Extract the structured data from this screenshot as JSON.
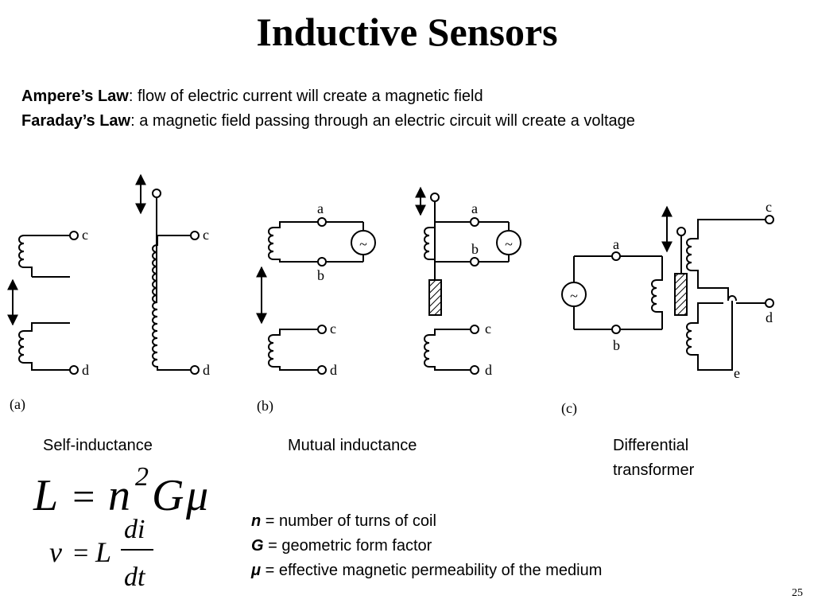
{
  "title": "Inductive Sensors",
  "laws": {
    "ampere_term": "Ampere’s Law",
    "ampere_text": ": flow of electric current will create a magnetic field",
    "faraday_term": "Faraday’s Law",
    "faraday_text": ": a magnetic field passing through an electric circuit will  create a voltage"
  },
  "figures": {
    "a": {
      "panel_label": "(a)",
      "caption": "Self-inductance",
      "terminals": [
        "c",
        "d",
        "c",
        "d"
      ]
    },
    "b": {
      "panel_label": "(b)",
      "caption": "Mutual inductance",
      "terminals": [
        "a",
        "b",
        "c",
        "d",
        "a",
        "b",
        "c",
        "d"
      ]
    },
    "c": {
      "panel_label": "(c)",
      "caption_line1": "Differential",
      "caption_line2": "transformer",
      "terminals": [
        "a",
        "b",
        "c",
        "d",
        "e"
      ]
    },
    "source_symbol": "~"
  },
  "formulas": {
    "inductance": {
      "lhs": "L",
      "eq": "=",
      "n": "n",
      "exp": "2",
      "G": "G",
      "mu": "μ"
    },
    "voltage": {
      "lhs": "v",
      "eq": "=",
      "L": "L",
      "num": "di",
      "den": "dt"
    }
  },
  "definitions": [
    {
      "symbol": "n",
      "text": " = number of turns of coil"
    },
    {
      "symbol": "G",
      "text": " = geometric form factor"
    },
    {
      "symbol": "μ",
      "text": " = effective magnetic permeability of the medium"
    }
  ],
  "page_number": "25"
}
